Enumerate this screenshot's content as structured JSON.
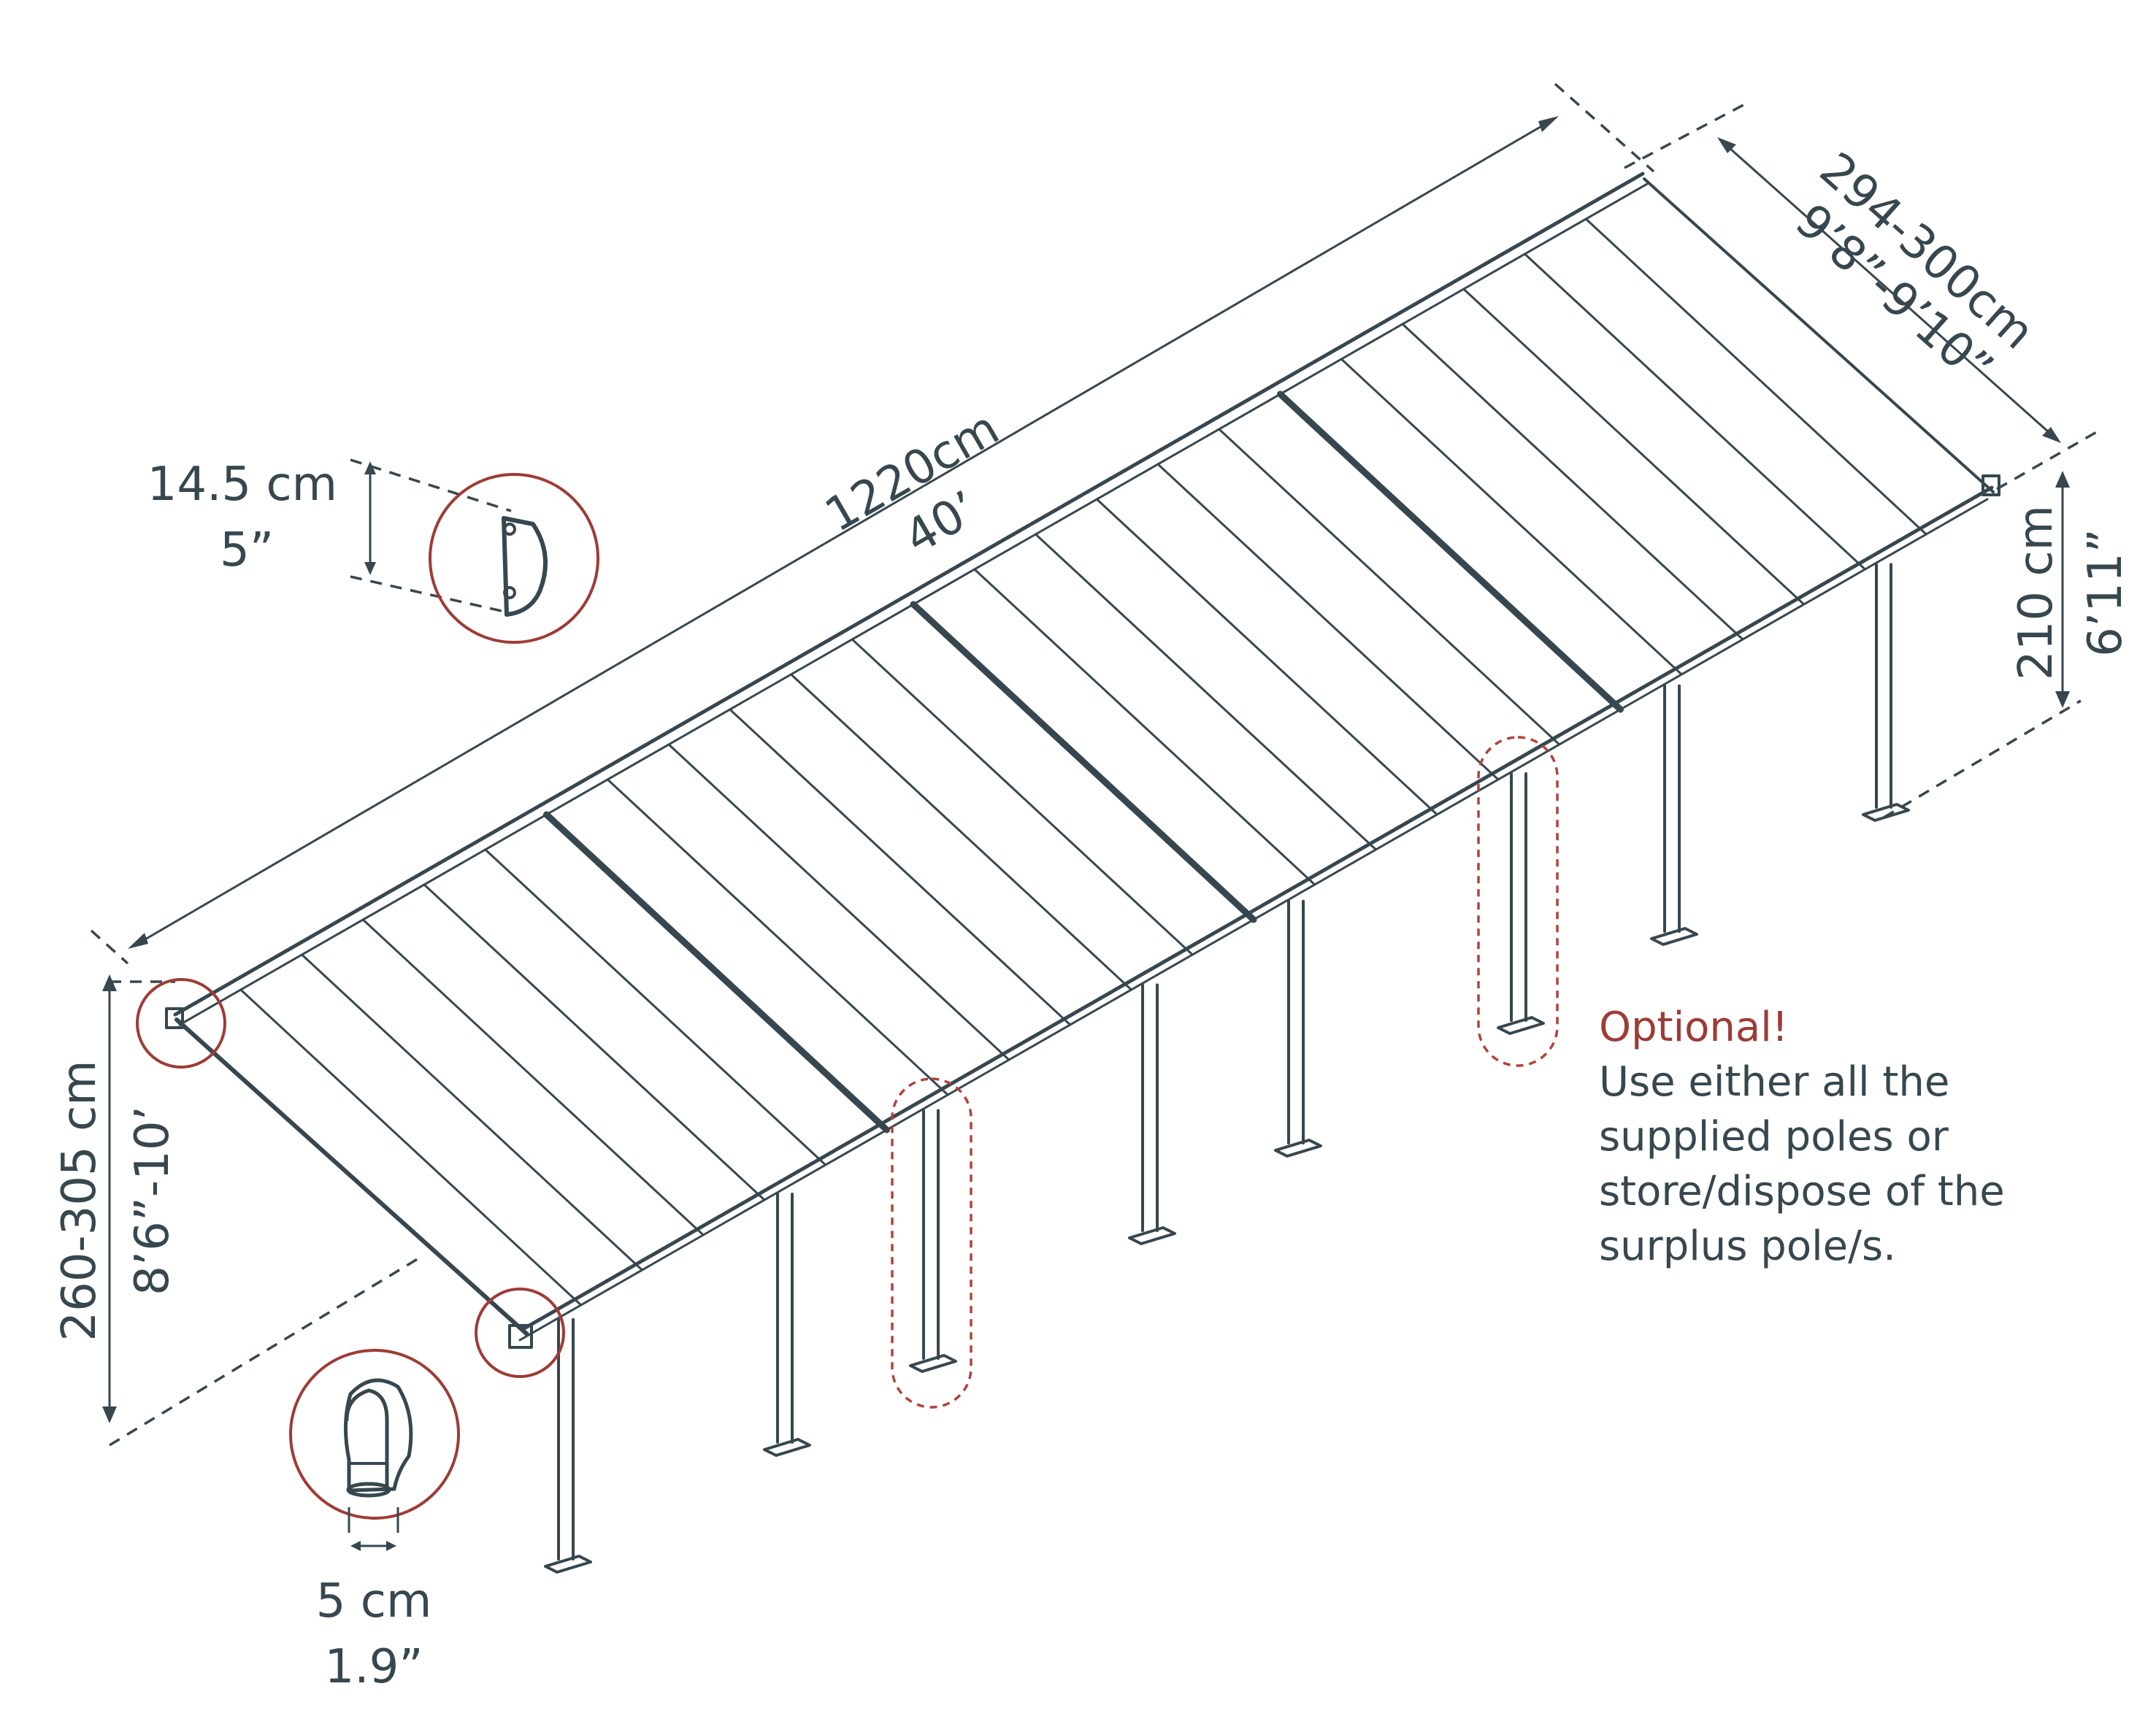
{
  "dimensions": {
    "length": {
      "metric": "1220cm",
      "imperial": "40’"
    },
    "depth": {
      "metric": "294-300cm",
      "imperial": "9’8”-9’10”"
    },
    "back_height": {
      "metric": "210 cm",
      "imperial": "6’11”"
    },
    "front_height": {
      "metric": "260-305 cm",
      "imperial": "8’6”-10’"
    },
    "gutter_profile": {
      "metric": "14.5 cm",
      "imperial": "5”"
    },
    "post_width": {
      "metric": "5 cm",
      "imperial": "1.9”"
    }
  },
  "note": {
    "title": "Optional!",
    "lines": [
      "Use either all the",
      "supplied poles or",
      "store/dispose of the",
      "surplus pole/s."
    ]
  },
  "colors": {
    "ink": "#37474f",
    "callout": "#9e3b35"
  }
}
